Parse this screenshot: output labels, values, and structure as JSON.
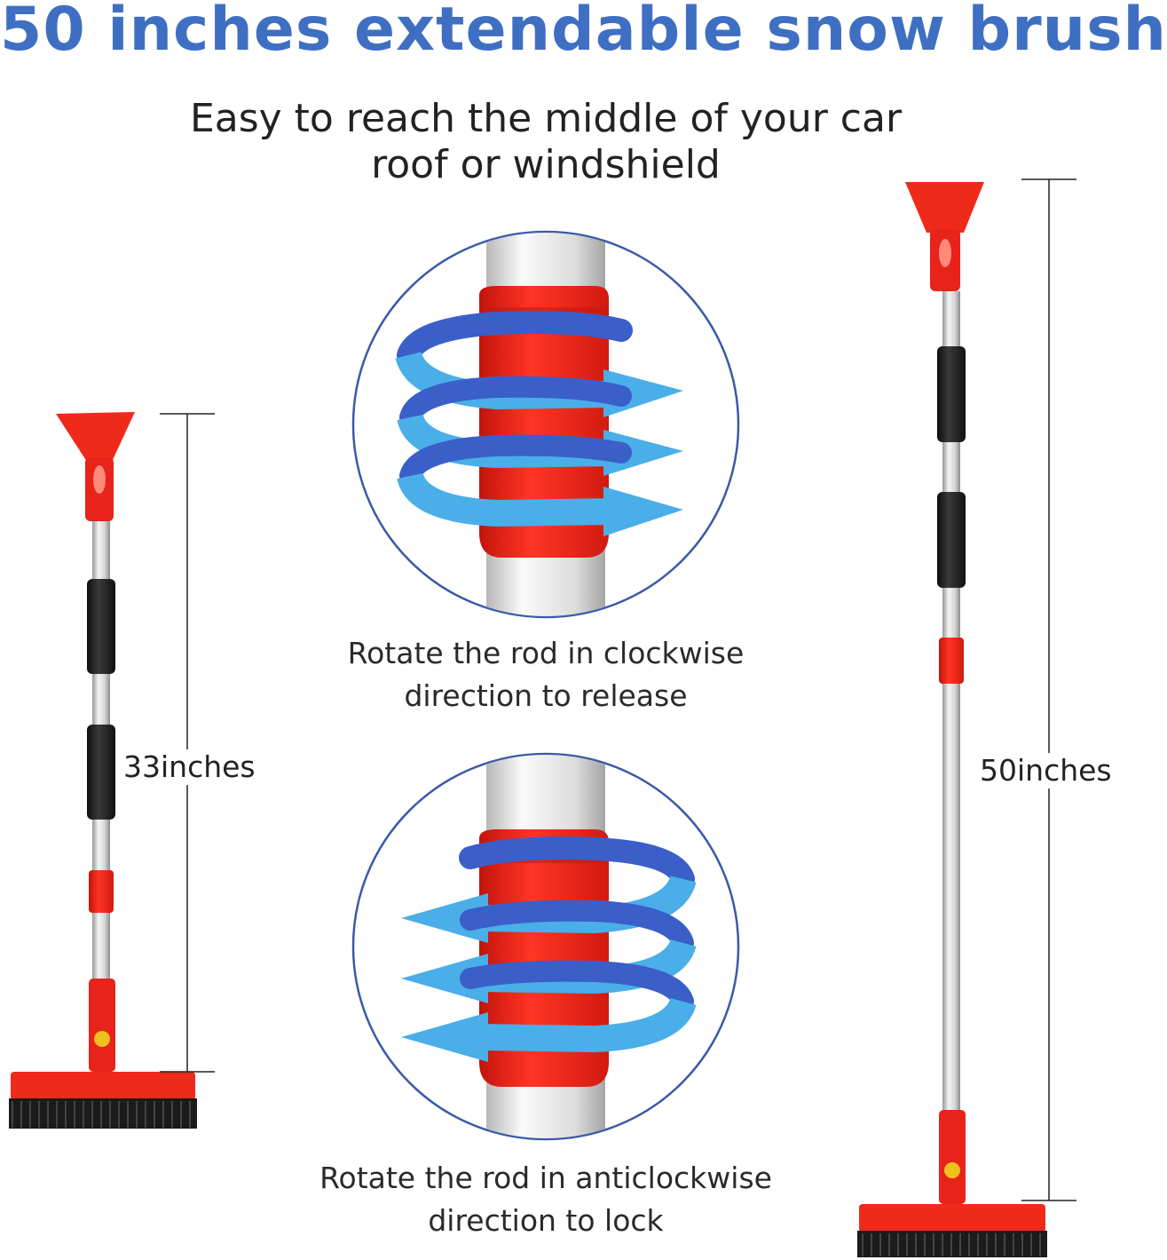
{
  "headline": "50 inches extendable snow brush",
  "subhead": {
    "line1": "Easy to reach the middle of your car",
    "line2": "roof or windshield"
  },
  "captions": {
    "release": {
      "line1": "Rotate the rod in clockwise",
      "line2": "direction to release"
    },
    "lock": {
      "line1": "Rotate the rod in anticlockwise",
      "line2": "direction to lock"
    }
  },
  "dimensions": {
    "short": "33inches",
    "long": "50inches"
  },
  "colors": {
    "headline": "#3f6fc2",
    "brush_red": "#f02a1a",
    "grip_black": "#1c1c1c",
    "arrow_light": "#4aaee8",
    "arrow_dark": "#3a5fc8",
    "circle_outline": "#3b5aa8"
  }
}
